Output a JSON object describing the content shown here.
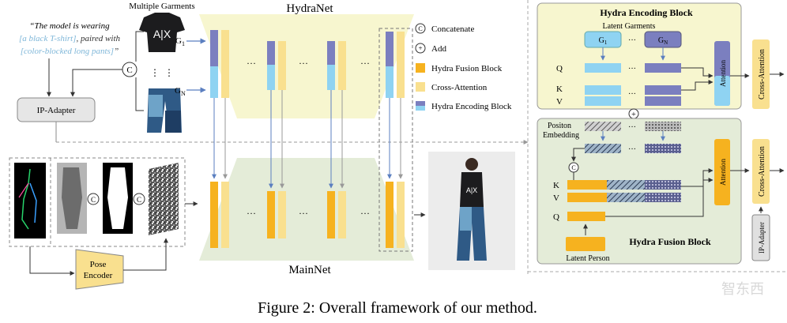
{
  "prompt": {
    "line1": "“The model is wearing",
    "line2": "[a black T-shirt], paired with",
    "line3": "[color-blocked long pants]”",
    "highlight1": "[a black T-shirt]",
    "highlight2": "[color-blocked long pants]"
  },
  "garments": {
    "title": "Multiple Garments",
    "g1": "G",
    "g1_sub": "1",
    "gn": "G",
    "gn_sub": "N",
    "ellipsis": "⋮"
  },
  "concat_symbol": "C",
  "add_symbol": "+",
  "ip_adapter": "IP-Adapter",
  "pose_encoder": {
    "line1": "Pose",
    "line2": "Encoder"
  },
  "hydranet": "HydraNet",
  "mainnet": "MainNet",
  "legend": {
    "concatenate": "Concatenate",
    "add": "Add",
    "fusion": "Hydra Fusion Block",
    "cross": "Cross-Attention",
    "encoding": "Hydra Encoding Block"
  },
  "encoding_block": {
    "title": "Hydra Encoding Block",
    "latent_garments": "Latent Garments",
    "g1": "G",
    "g1_sub": "1",
    "gn": "G",
    "gn_sub": "N",
    "q": "Q",
    "k": "K",
    "v": "V",
    "attention": "Attention",
    "cross_attention": "Cross-Attention"
  },
  "fusion_block": {
    "title": "Hydra Fusion Block",
    "position_embedding_1": "Positon",
    "position_embedding_2": "Embedding",
    "k": "K",
    "v": "V",
    "q": "Q",
    "attention": "Attention",
    "latent_person": "Latent Person",
    "cross_attention": "Cross-Attention",
    "ip_adapter": "IP-Adapter"
  },
  "caption": "Figure 2: Overall framework of our method.",
  "watermark": "智东西",
  "colors": {
    "fusion": "#f6b21f",
    "cross": "#f9e08f",
    "encoding_top": "#7b7fbf",
    "encoding_bottom": "#8fd3f2",
    "hydra_bg": "#f7f6cf",
    "main_bg": "#e4ecd8",
    "prompt_blue": "#7fb7d9"
  }
}
